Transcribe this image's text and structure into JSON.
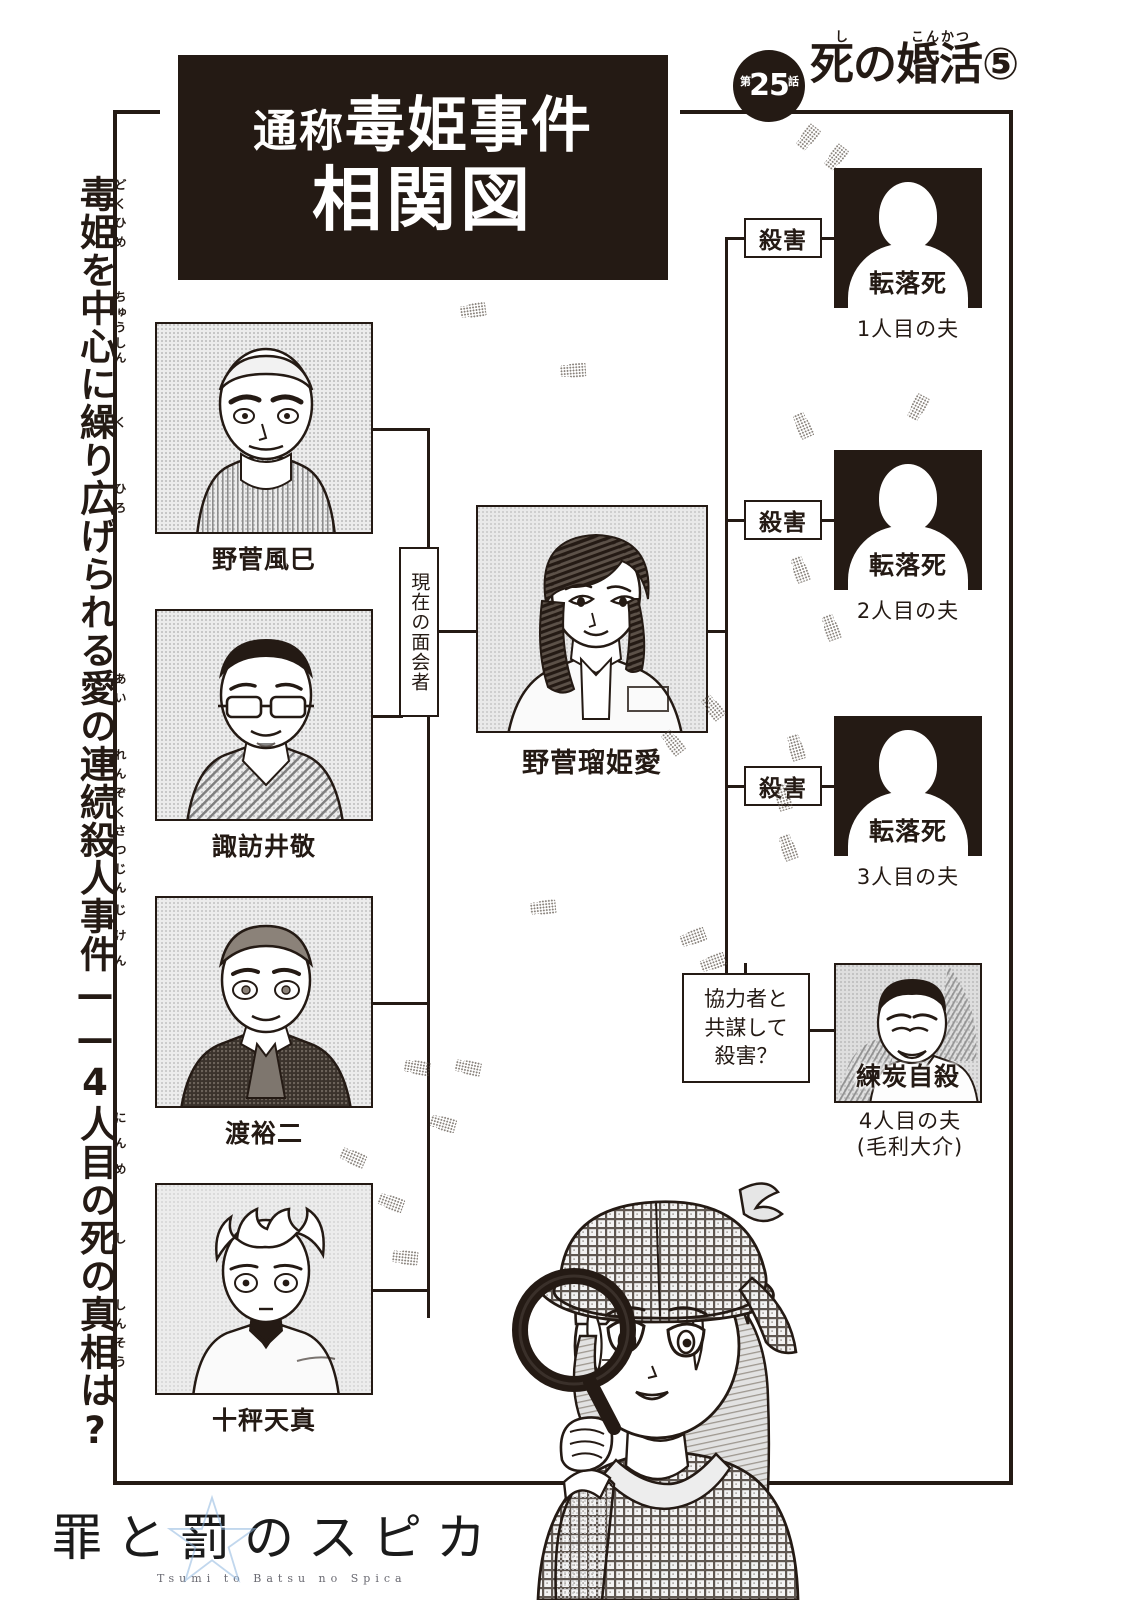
{
  "chapter": {
    "badge_prefix": "第",
    "badge_number": "25",
    "badge_suffix": "話",
    "ruby_shi": "し",
    "ruby_konkatsu": "こんかつ",
    "title": "死の婚活⑤"
  },
  "title_plate": {
    "line1_prefix": "通称",
    "line1_main": "毒姫事件",
    "line2": "相関図"
  },
  "lede": {
    "text": "毒姫を中心に繰り広げられる愛の連続殺人事件——4人目の死の真相は?",
    "rubies": [
      "どくひめ",
      "ちゅうしん",
      "く",
      "ひろ",
      "あい",
      "れんぞくさつじん",
      "じけん",
      "にんめ",
      "し",
      "しんそう"
    ]
  },
  "suspects": [
    {
      "name": "野菅風巳",
      "id": "nosuge-fuumi"
    },
    {
      "name": "諏訪井敬",
      "id": "suwai-kei"
    },
    {
      "name": "渡裕二",
      "id": "watari-yuji"
    },
    {
      "name": "十秤天真",
      "id": "tobakari-tenma"
    }
  ],
  "visitor_label": "現在の面会者",
  "center": {
    "name": "野菅瑠姫愛"
  },
  "victims": [
    {
      "cause": "転落死",
      "caption": "1人目の夫",
      "relation": "殺害"
    },
    {
      "cause": "転落死",
      "caption": "2人目の夫",
      "relation": "殺害"
    },
    {
      "cause": "転落死",
      "caption": "3人目の夫",
      "relation": "殺害"
    }
  ],
  "fourth": {
    "cause": "練炭自殺",
    "caption_line1": "4人目の夫",
    "caption_line2": "(毛利大介)",
    "conspire_line1": "協力者と",
    "conspire_line2": "共謀して",
    "conspire_line3": "殺害？"
  },
  "series_logo": {
    "title": "罪と罰のスピカ",
    "romaji": "Tsumi to Batsu no Spica"
  },
  "colors": {
    "ink": "#241a14",
    "paper": "#ffffff",
    "screen_tone": "#e9e9e9",
    "logo_star": "#8fb7e0"
  }
}
